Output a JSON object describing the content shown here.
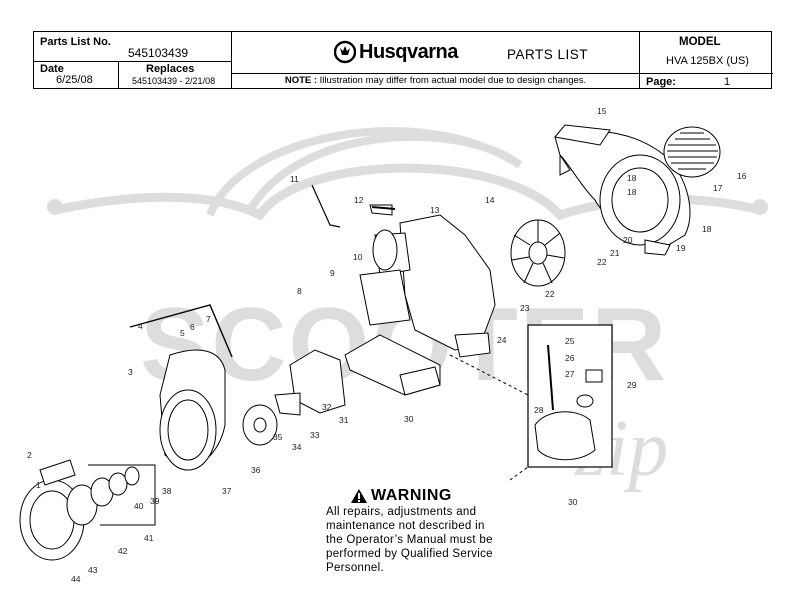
{
  "header": {
    "parts_list_no_label": "Parts List No.",
    "parts_list_no": "545103439",
    "date_label": "Date",
    "date": "6/25/08",
    "replaces_label": "Replaces",
    "replaces": "545103439 - 2/21/08",
    "brand": "Husqvarna",
    "doc_title": "PARTS LIST",
    "note_prefix": "NOTE :",
    "note_text": "Illustration may differ from actual model due to design changes.",
    "model_label": "MODEL",
    "model": "HVA 125BX (US)",
    "page_label": "Page:",
    "page": "1"
  },
  "warning": {
    "title": "WARNING",
    "lines": [
      "All repairs, adjustments and",
      "maintenance not described in",
      "the Operator’s Manual must be",
      "performed by Qualified Service",
      "Personnel."
    ]
  },
  "watermark": {
    "text_top": "SCOOTER",
    "text_script": "zip"
  },
  "callouts": [
    "1",
    "2",
    "3",
    "4",
    "5",
    "6",
    "7",
    "8",
    "9",
    "10",
    "11",
    "12",
    "13",
    "14",
    "15",
    "16",
    "17",
    "18",
    "18",
    "18",
    "19",
    "20",
    "21",
    "22",
    "22",
    "23",
    "24",
    "25",
    "26",
    "27",
    "28",
    "29",
    "30",
    "30",
    "31",
    "32",
    "33",
    "34",
    "35",
    "36",
    "37",
    "38",
    "39",
    "40",
    "41",
    "42",
    "43",
    "44"
  ]
}
